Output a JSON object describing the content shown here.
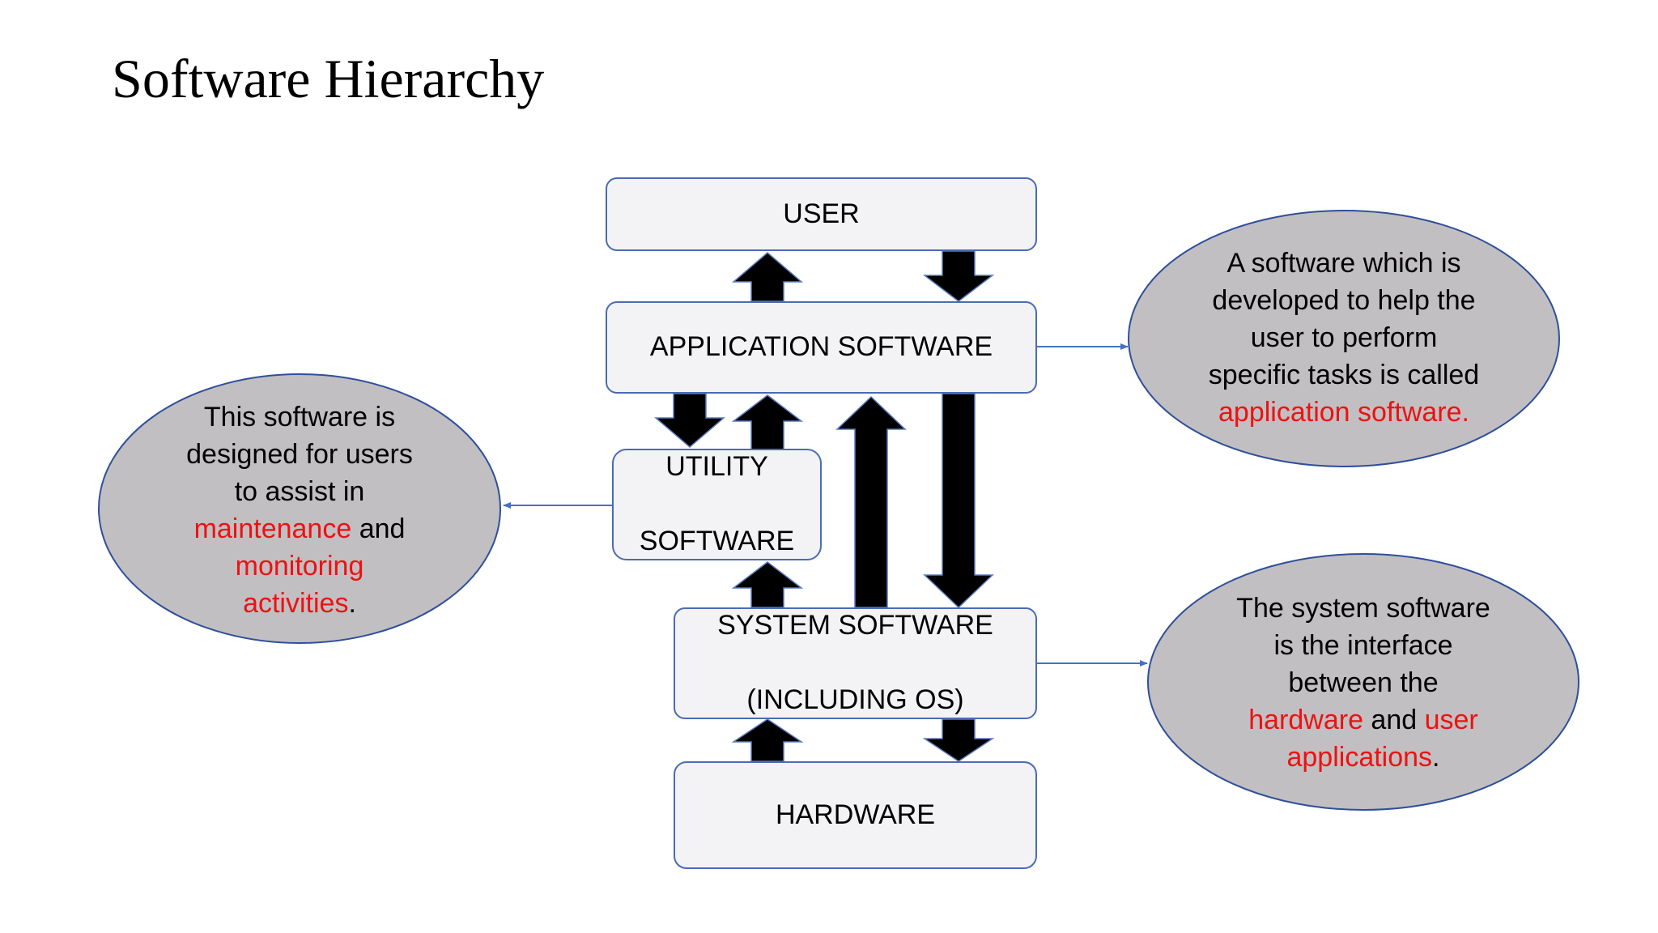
{
  "title": "Software Hierarchy",
  "colors": {
    "box_fill": "#f3f3f6",
    "box_border": "#4a6bb5",
    "bubble_fill": "#c1bfc2",
    "bubble_border": "#2f4f9b",
    "arrow": "#000000",
    "connector": "#4472c4",
    "highlight": "#ee1111"
  },
  "boxes": {
    "user": "USER",
    "application": "APPLICATION SOFTWARE",
    "utility_line1": "UTILITY",
    "utility_line2": "SOFTWARE",
    "system_line1": "SYSTEM SOFTWARE",
    "system_line2": "(INCLUDING OS)",
    "hardware": "HARDWARE"
  },
  "bubbles": {
    "application": {
      "line1": "A software which is",
      "line2": "developed to help the",
      "line3": "user to perform",
      "line4": "specific tasks is called",
      "line5_red": "application software."
    },
    "utility": {
      "line1": "This software is",
      "line2": "designed for users",
      "line3": "to assist in",
      "line4_red": "maintenance",
      "line4_rest": " and",
      "line5_red": "monitoring",
      "line6_red": "activities",
      "line6_rest": "."
    },
    "system": {
      "line1": "The system software",
      "line2": "is the interface",
      "line3": "between the",
      "line4_red_a": "hardware",
      "line4_mid": " and ",
      "line4_red_b": "user",
      "line5_red": "applications",
      "line5_rest": "."
    }
  }
}
